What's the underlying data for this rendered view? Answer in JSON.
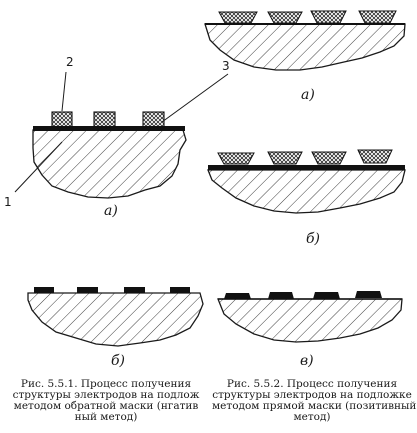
{
  "figure_left": {
    "subfigures": [
      {
        "id": "a",
        "label": "а)"
      },
      {
        "id": "b",
        "label": "б)"
      }
    ],
    "callouts": [
      {
        "id": "1",
        "text": "1"
      },
      {
        "id": "2",
        "text": "2"
      },
      {
        "id": "3",
        "text": "3"
      }
    ],
    "caption_lines": [
      "Рис. 5.5.1. Процесс получения",
      "структуры электродов на подлож",
      "методом обратной маски (нгатив",
      "ный метод)"
    ]
  },
  "figure_right": {
    "subfigures": [
      {
        "id": "a",
        "label": "а)"
      },
      {
        "id": "b",
        "label": "б)"
      },
      {
        "id": "c",
        "label": "в)"
      }
    ],
    "caption_lines": [
      "Рис. 5.5.2. Процесс получения",
      "структуры электродов на подложке",
      "методом прямой маски (позитивный",
      "метод)"
    ]
  },
  "colors": {
    "ink": "#1a1a1a",
    "paper": "#ffffff"
  }
}
